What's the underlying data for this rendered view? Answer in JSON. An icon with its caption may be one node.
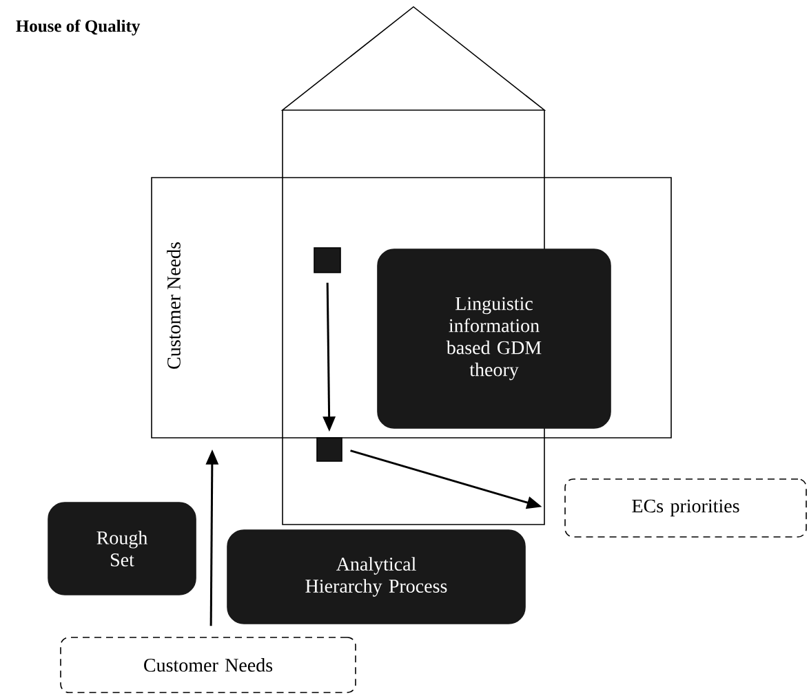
{
  "diagram": {
    "title": "House of Quality",
    "nodes": [
      {
        "text": [
          "Customer Needs"
        ]
      },
      {
        "text": [],
        "shape": "box",
        "in": 0
      },
      {
        "text": [],
        "shape": "box"
      },
      {
        "text": [
          "Linguistic information based GDM theory"
        ],
        "in": 0
      },
      {
        "text": [
          "ECs priorities"
        ]
      },
      {
        "text": [
          "Rough Set"
        ]
      },
      {
        "text": [
          "Analytical Hierarchy Process"
        ]
      },
      {
        "text": [
          "Customer Needs"
        ]
      }
    ],
    "edges": [
      {
        "from": 1,
        "to": 2,
        "arrow": "to"
      },
      {
        "from": 2,
        "to": 4,
        "arrow": "to"
      },
      {
        "from": 7,
        "to": 0,
        "arrow": "to"
      }
    ]
  }
}
